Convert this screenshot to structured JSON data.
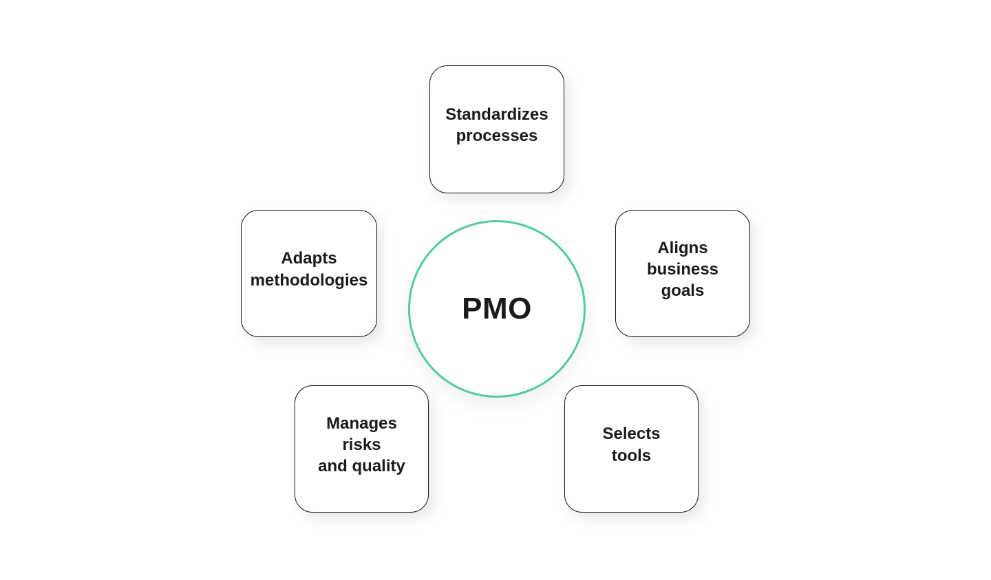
{
  "diagram": {
    "center": {
      "label": "PMO"
    },
    "nodes": [
      {
        "id": "standardizes-processes",
        "label": "Standardizes\nprocesses",
        "position": "top"
      },
      {
        "id": "adapts-methodologies",
        "label": "Adapts\nmethodologies",
        "position": "left"
      },
      {
        "id": "aligns-business-goals",
        "label": "Aligns\nbusiness\ngoals",
        "position": "right"
      },
      {
        "id": "manages-risks-quality",
        "label": "Manages\nrisks\nand quality",
        "position": "bottom-left"
      },
      {
        "id": "selects-tools",
        "label": "Selects\ntools",
        "position": "bottom-right"
      }
    ]
  },
  "colors": {
    "accent": "#50cba3",
    "border": "#141414",
    "text": "#1a1a1a",
    "background": "#ffffff"
  }
}
